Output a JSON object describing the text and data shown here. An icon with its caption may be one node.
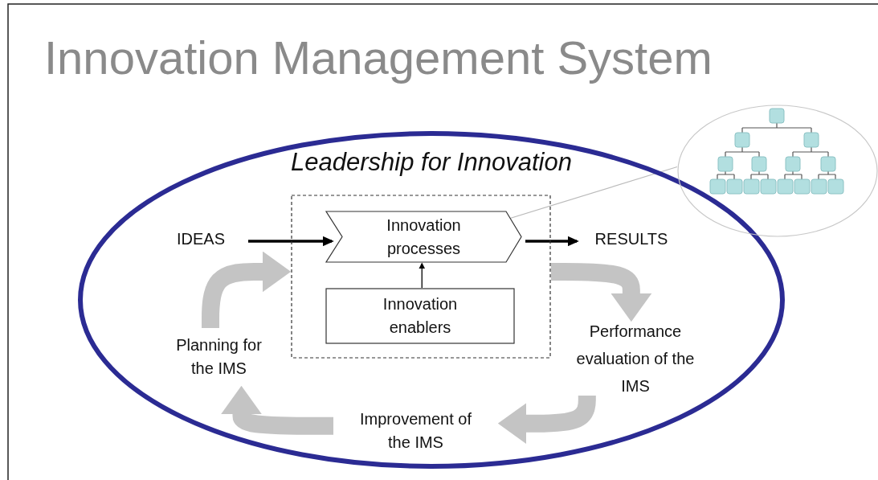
{
  "diagram": {
    "title": "Innovation Management System",
    "nodes": [
      {
        "text": [
          "Leadership for Innovation"
        ]
      },
      {
        "text": [],
        "shape": "box",
        "in": 0
      },
      {
        "text": [
          "Innovation processes"
        ],
        "in": 1
      },
      {
        "text": [
          "Innovation enablers"
        ],
        "in": 1
      },
      {
        "text": [
          "IDEAS"
        ],
        "in": 0
      },
      {
        "text": [
          "RESULTS"
        ],
        "in": 0
      },
      {
        "text": [
          "Planning for the IMS"
        ],
        "in": 0
      },
      {
        "text": [
          "Performance evaluation of the IMS"
        ],
        "in": 0
      },
      {
        "text": [
          "Improvement of the IMS"
        ],
        "in": 0
      },
      {
        "text": [],
        "shape": "circle"
      }
    ],
    "edges": [
      {
        "from": 4,
        "to": 2,
        "arrow": "to",
        "color": "#000000"
      },
      {
        "from": 2,
        "to": 5,
        "arrow": "to",
        "color": "#000000"
      },
      {
        "from": 3,
        "to": 2,
        "arrow": "to",
        "color": "#000000"
      },
      {
        "from": 2,
        "to": 9,
        "arrow": "none",
        "color": "#bbbbbb"
      },
      {
        "from": 6,
        "to": 1,
        "arrow": "to",
        "style": "thick",
        "color": "#c4c4c4"
      },
      {
        "from": 1,
        "to": 7,
        "arrow": "to",
        "style": "thick",
        "color": "#c4c4c4"
      },
      {
        "from": 7,
        "to": 8,
        "arrow": "to",
        "style": "thick",
        "color": "#c4c4c4"
      },
      {
        "from": 8,
        "to": 6,
        "arrow": "to",
        "style": "thick",
        "color": "#c4c4c4"
      }
    ]
  }
}
